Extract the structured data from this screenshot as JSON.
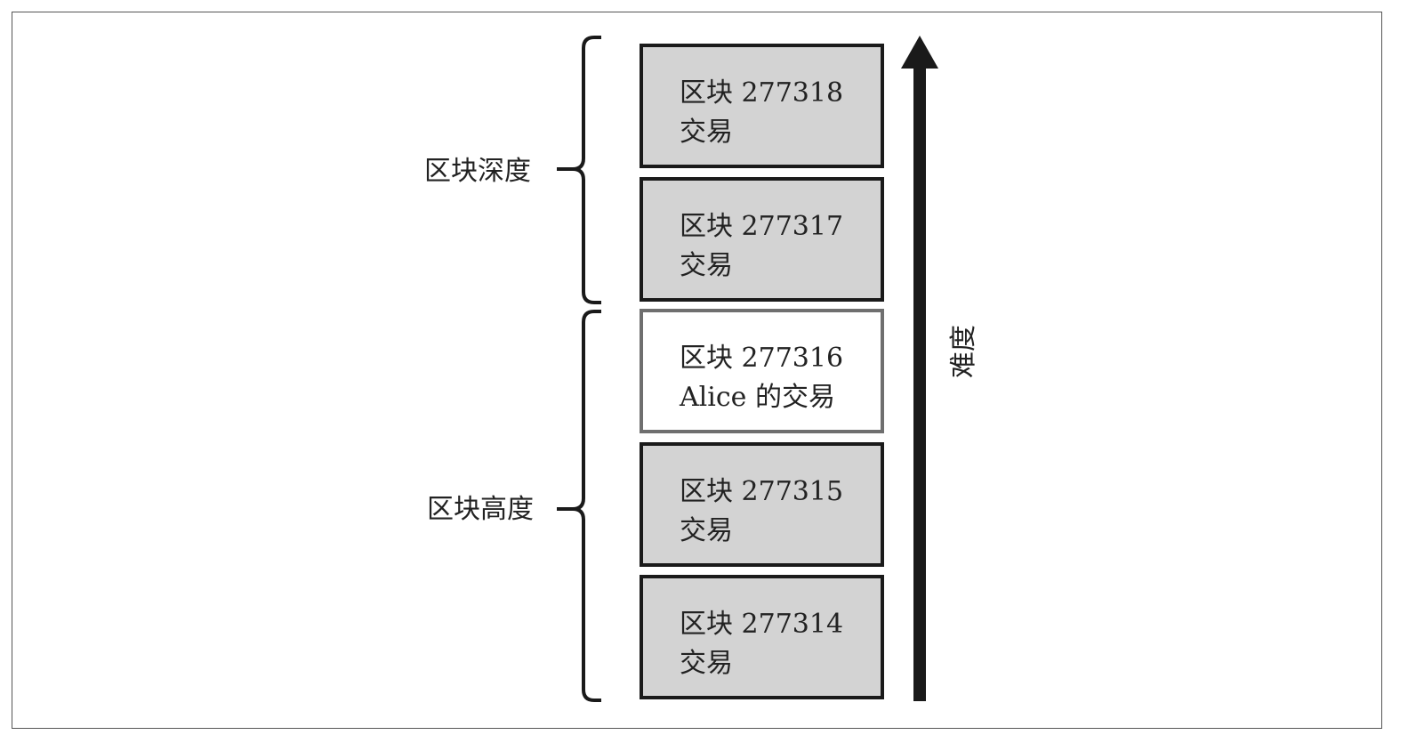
{
  "blocks": [
    {
      "line1": "区块 277318",
      "line2": "交易",
      "highlight": false
    },
    {
      "line1": "区块 277317",
      "line2": "交易",
      "highlight": false
    },
    {
      "line1": "区块 277316",
      "line2": "Alice 的交易",
      "highlight": true
    },
    {
      "line1": "区块 277315",
      "line2": "交易",
      "highlight": false
    },
    {
      "line1": "区块 277314",
      "line2": "交易",
      "highlight": false
    }
  ],
  "labels": {
    "depth": "区块深度",
    "height": "区块高度",
    "difficulty": "难度"
  },
  "colors": {
    "block_fill": "#d3d3d3",
    "highlight_fill": "#ffffff",
    "highlight_border": "#6f6f6f",
    "ink": "#1a1a1a"
  }
}
